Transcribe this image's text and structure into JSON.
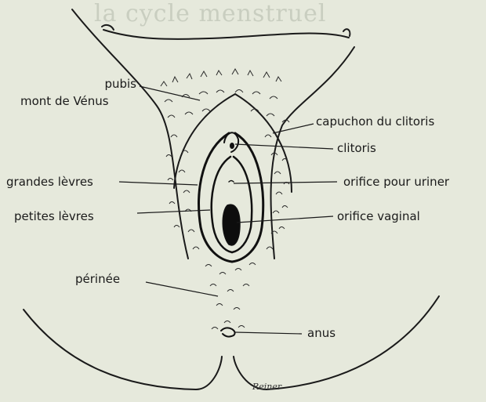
{
  "figure": {
    "labels": {
      "pubis": "pubis",
      "mont_de_venus": "mont de Vénus",
      "capuchon": "capuchon du clitoris",
      "clitoris": "clitoris",
      "grandes_levres": "grandes lèvres",
      "orifice_uriner": "orifice pour uriner",
      "petites_levres": "petites lèvres",
      "orifice_vaginal": "orifice vaginal",
      "perinee": "périnée",
      "anus": "anus"
    },
    "background_heading": "la cycle menstruel",
    "signature": "Reiner"
  },
  "colors": {
    "paper": "#e6e9dc",
    "ink": "#1a1a1a"
  }
}
